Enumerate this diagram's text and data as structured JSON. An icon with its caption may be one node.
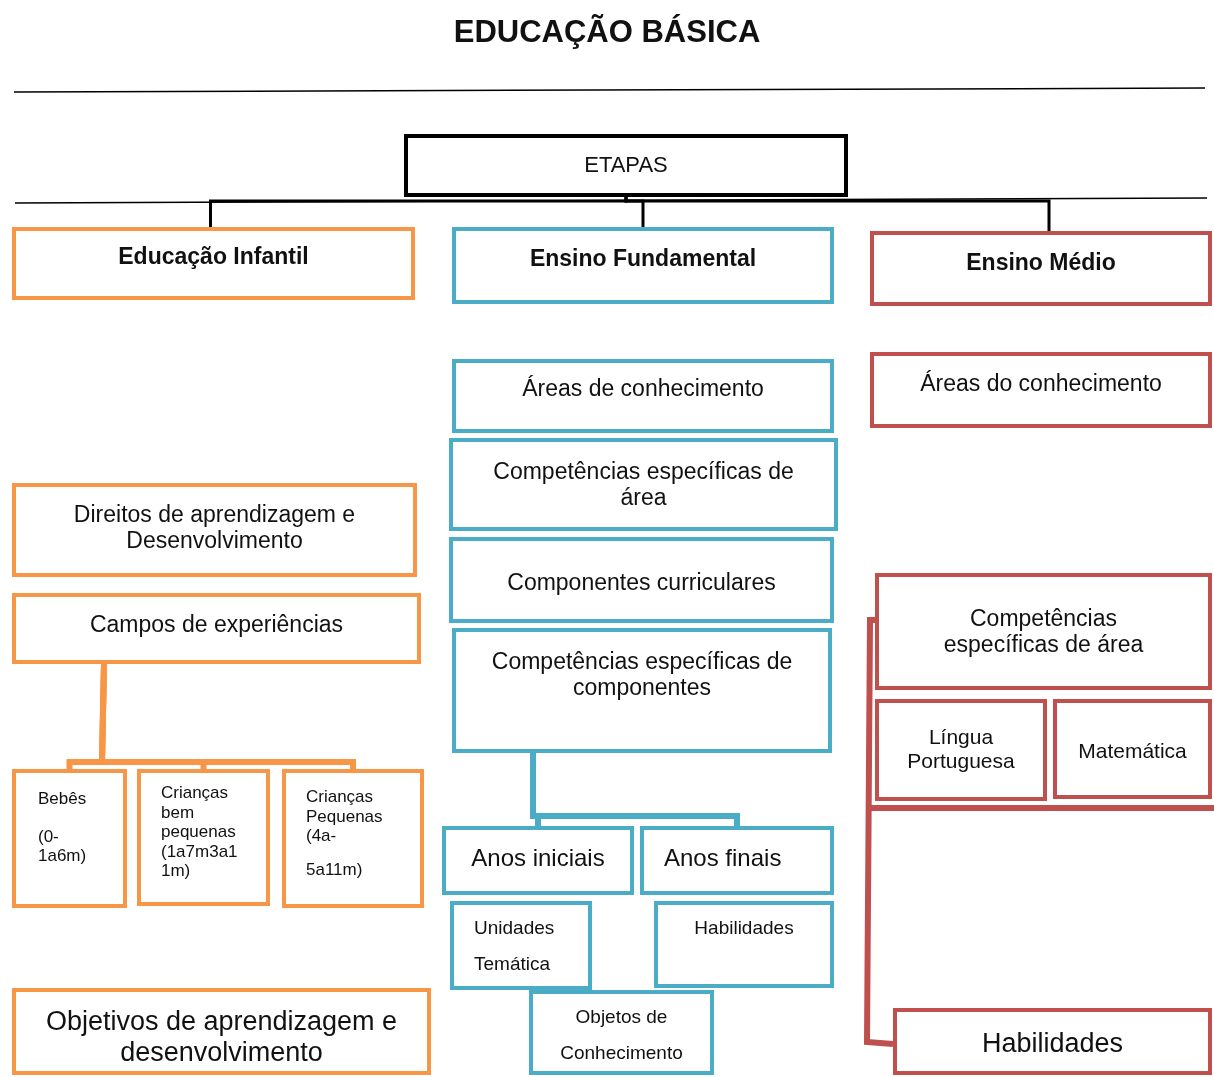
{
  "diagram": {
    "title": "EDUCAÇÃO BÁSICA",
    "nodes": [
      {
        "text": [
          "ETAPAS"
        ]
      },
      {
        "text": [
          "Educação Infantil"
        ]
      },
      {
        "text": [
          "Ensino Fundamental"
        ]
      },
      {
        "text": [
          "Ensino Médio"
        ]
      },
      {
        "text": [
          "Áreas de conhecimento"
        ]
      },
      {
        "text": [
          "Áreas do conhecimento"
        ]
      },
      {
        "text": [
          "Competências específicas de área"
        ]
      },
      {
        "text": [
          "Direitos de aprendizagem e Desenvolvimento"
        ]
      },
      {
        "text": [
          "Componentes curriculares"
        ]
      },
      {
        "text": [
          "Competências específicas de área"
        ]
      },
      {
        "text": [
          "Campos de experiências"
        ]
      },
      {
        "text": [
          "Competências específicas de componentes"
        ]
      },
      {
        "text": [
          "Língua Portuguesa"
        ]
      },
      {
        "text": [
          "Matemática"
        ]
      },
      {
        "text": [
          "Bebês",
          "(0- 1a6m)"
        ]
      },
      {
        "text": [
          "Crianças bem pequenas (1a7m3a1 1m)"
        ]
      },
      {
        "text": [
          "Crianças Pequenas (4a-",
          "5a11m)"
        ]
      },
      {
        "text": [
          "Anos iniciais"
        ]
      },
      {
        "text": [
          "Anos finais"
        ]
      },
      {
        "text": [
          "Unidades",
          "Temática"
        ]
      },
      {
        "text": [
          "Habilidades"
        ]
      },
      {
        "text": [
          "Objetivos de aprendizagem e desenvolvimento"
        ]
      },
      {
        "text": [
          "Objetos de",
          "Conhecimento"
        ]
      },
      {
        "text": [
          "Habilidades"
        ]
      }
    ],
    "edges": [
      {
        "from": 0,
        "to": 1,
        "arrow": "none"
      },
      {
        "from": 0,
        "to": 2,
        "arrow": "none"
      },
      {
        "from": 0,
        "to": 3,
        "arrow": "none"
      },
      {
        "from": 10,
        "to": 14,
        "arrow": "none",
        "color": "#f79646"
      },
      {
        "from": 10,
        "to": 15,
        "arrow": "none",
        "color": "#f79646"
      },
      {
        "from": 10,
        "to": 16,
        "arrow": "none",
        "color": "#f79646"
      },
      {
        "from": 11,
        "to": 17,
        "arrow": "none",
        "color": "#4bacc6"
      },
      {
        "from": 11,
        "to": 18,
        "arrow": "none",
        "color": "#4bacc6"
      },
      {
        "from": 9,
        "to": 23,
        "arrow": "none",
        "color": "#c0504d"
      }
    ]
  }
}
